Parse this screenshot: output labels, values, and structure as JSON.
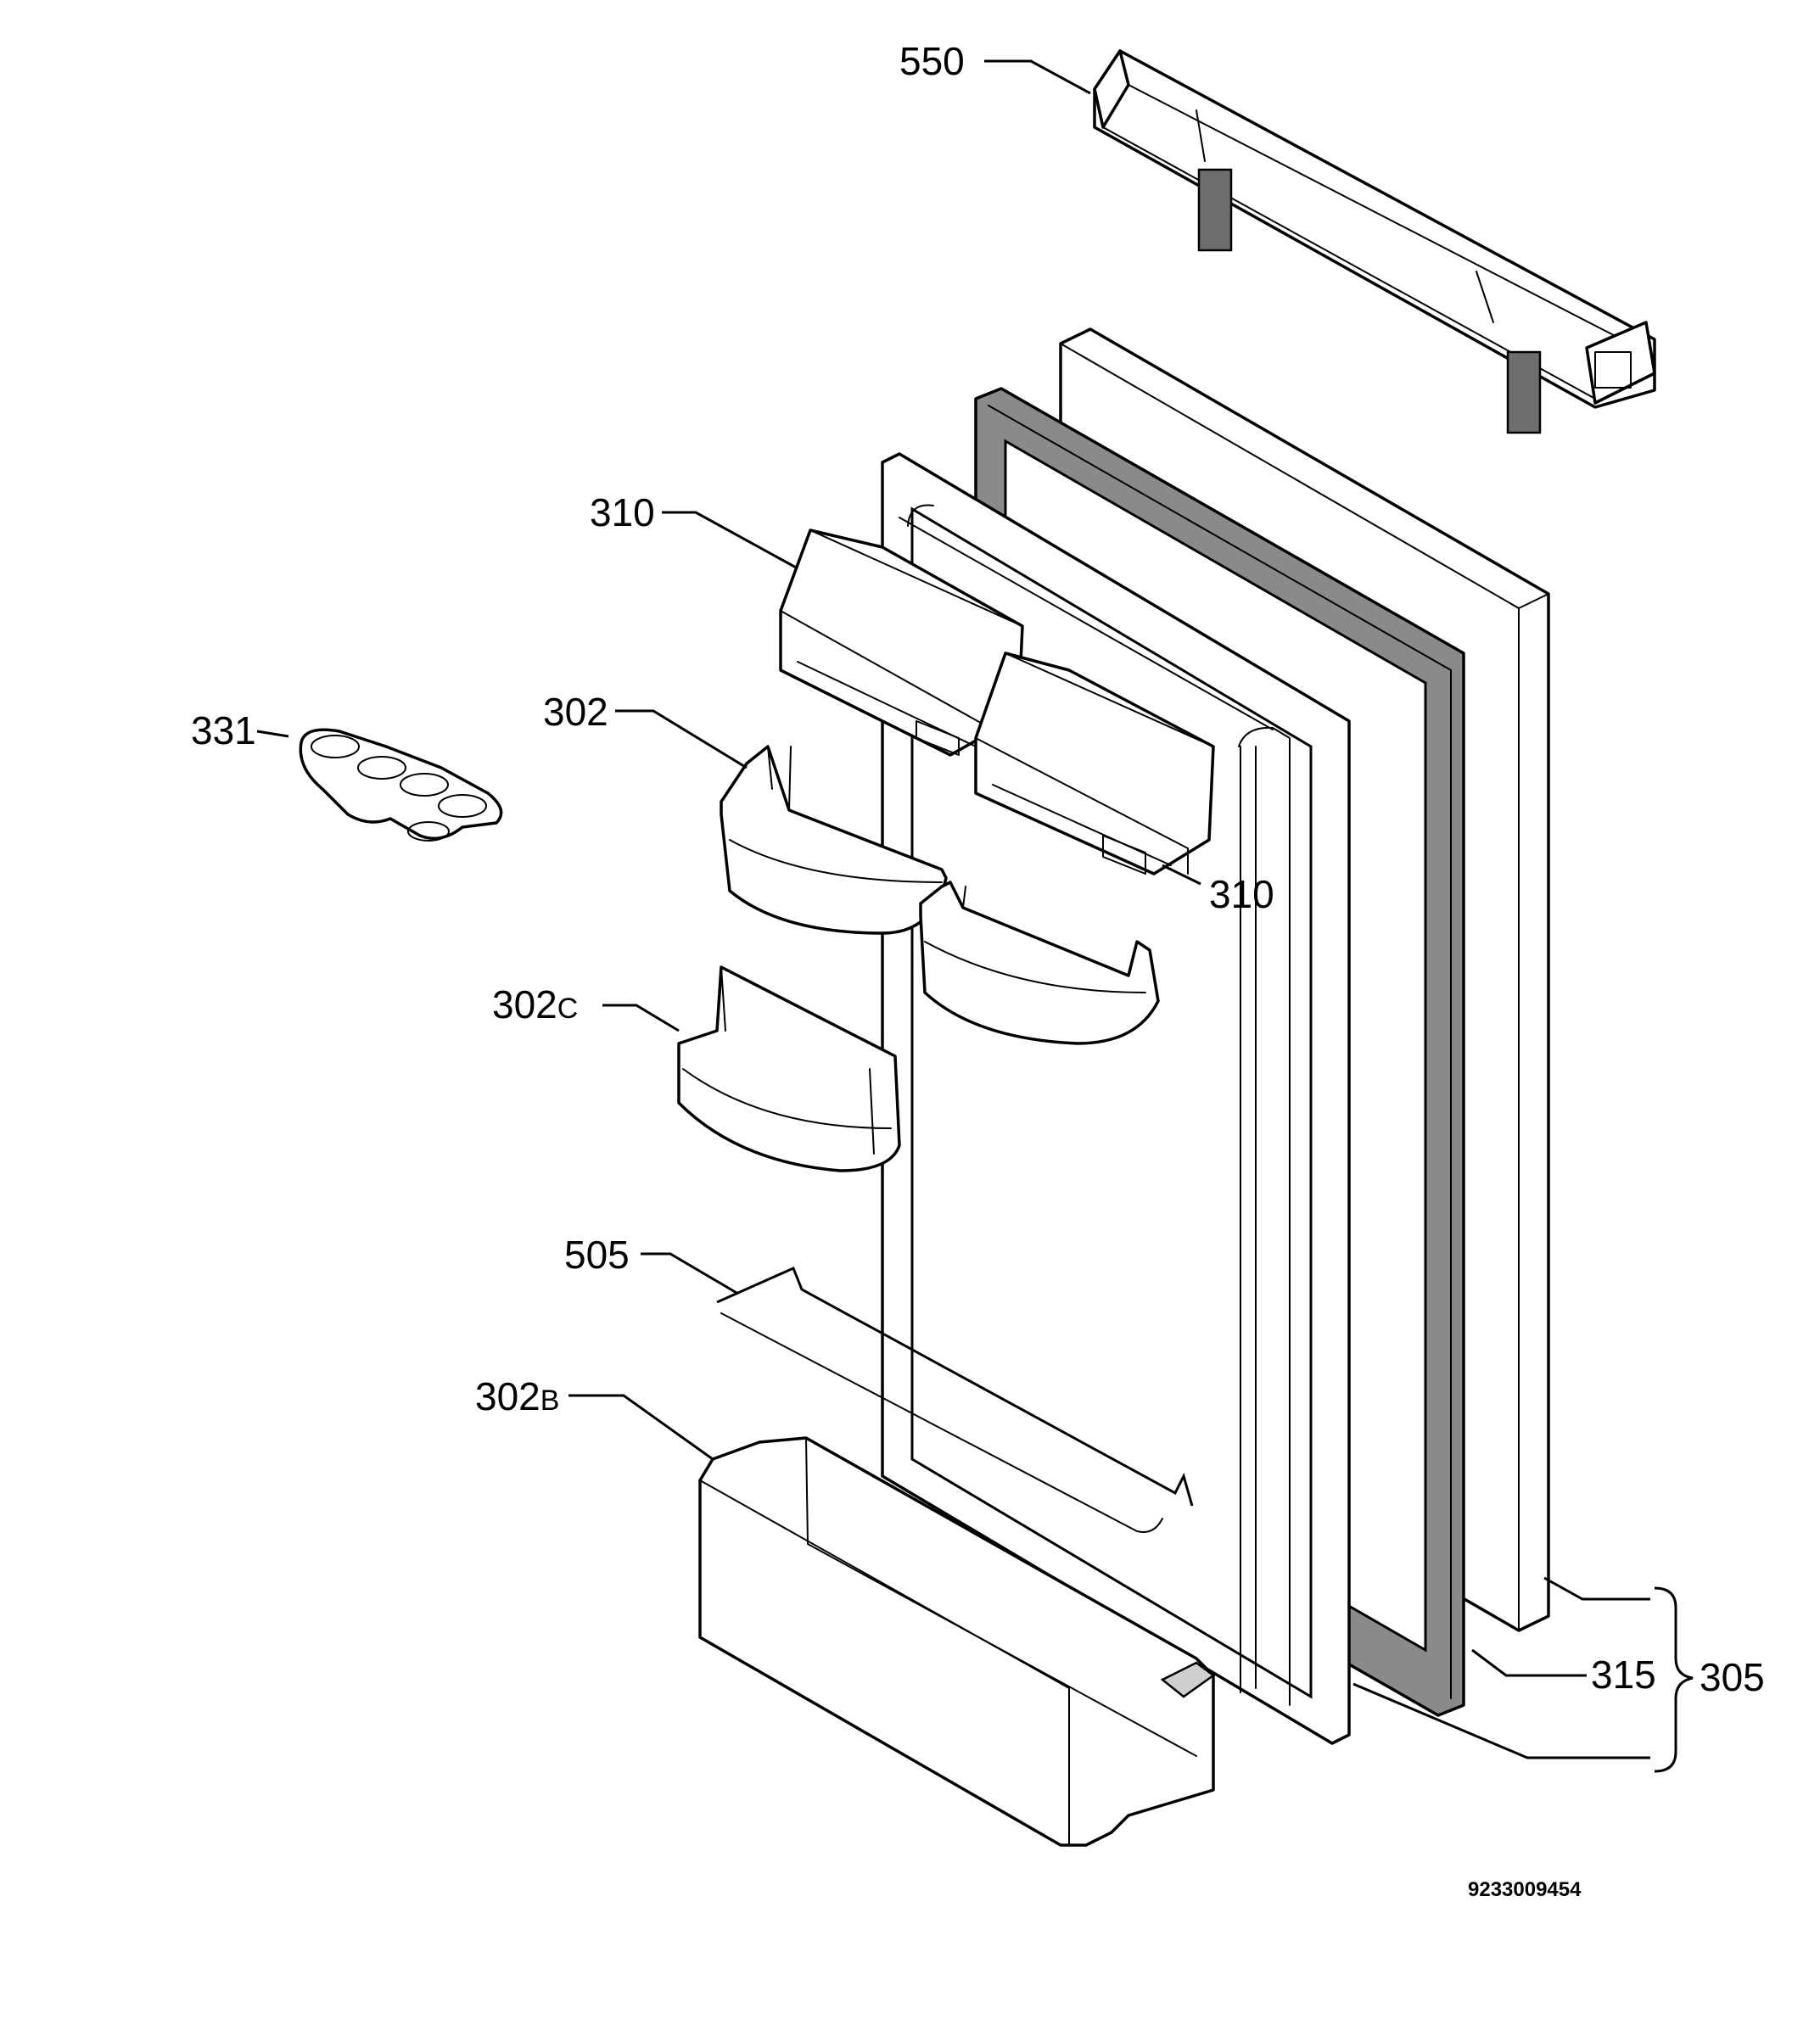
{
  "callouts": {
    "c550": "550",
    "c310_top": "310",
    "c331": "331",
    "c302": "302",
    "c310_right": "310",
    "c302c_num": "302",
    "c302c_suffix": "C",
    "c505": "505",
    "c302b_num": "302",
    "c302b_suffix": "B",
    "c315": "315",
    "c305": "305"
  },
  "document_number": "9233009454"
}
